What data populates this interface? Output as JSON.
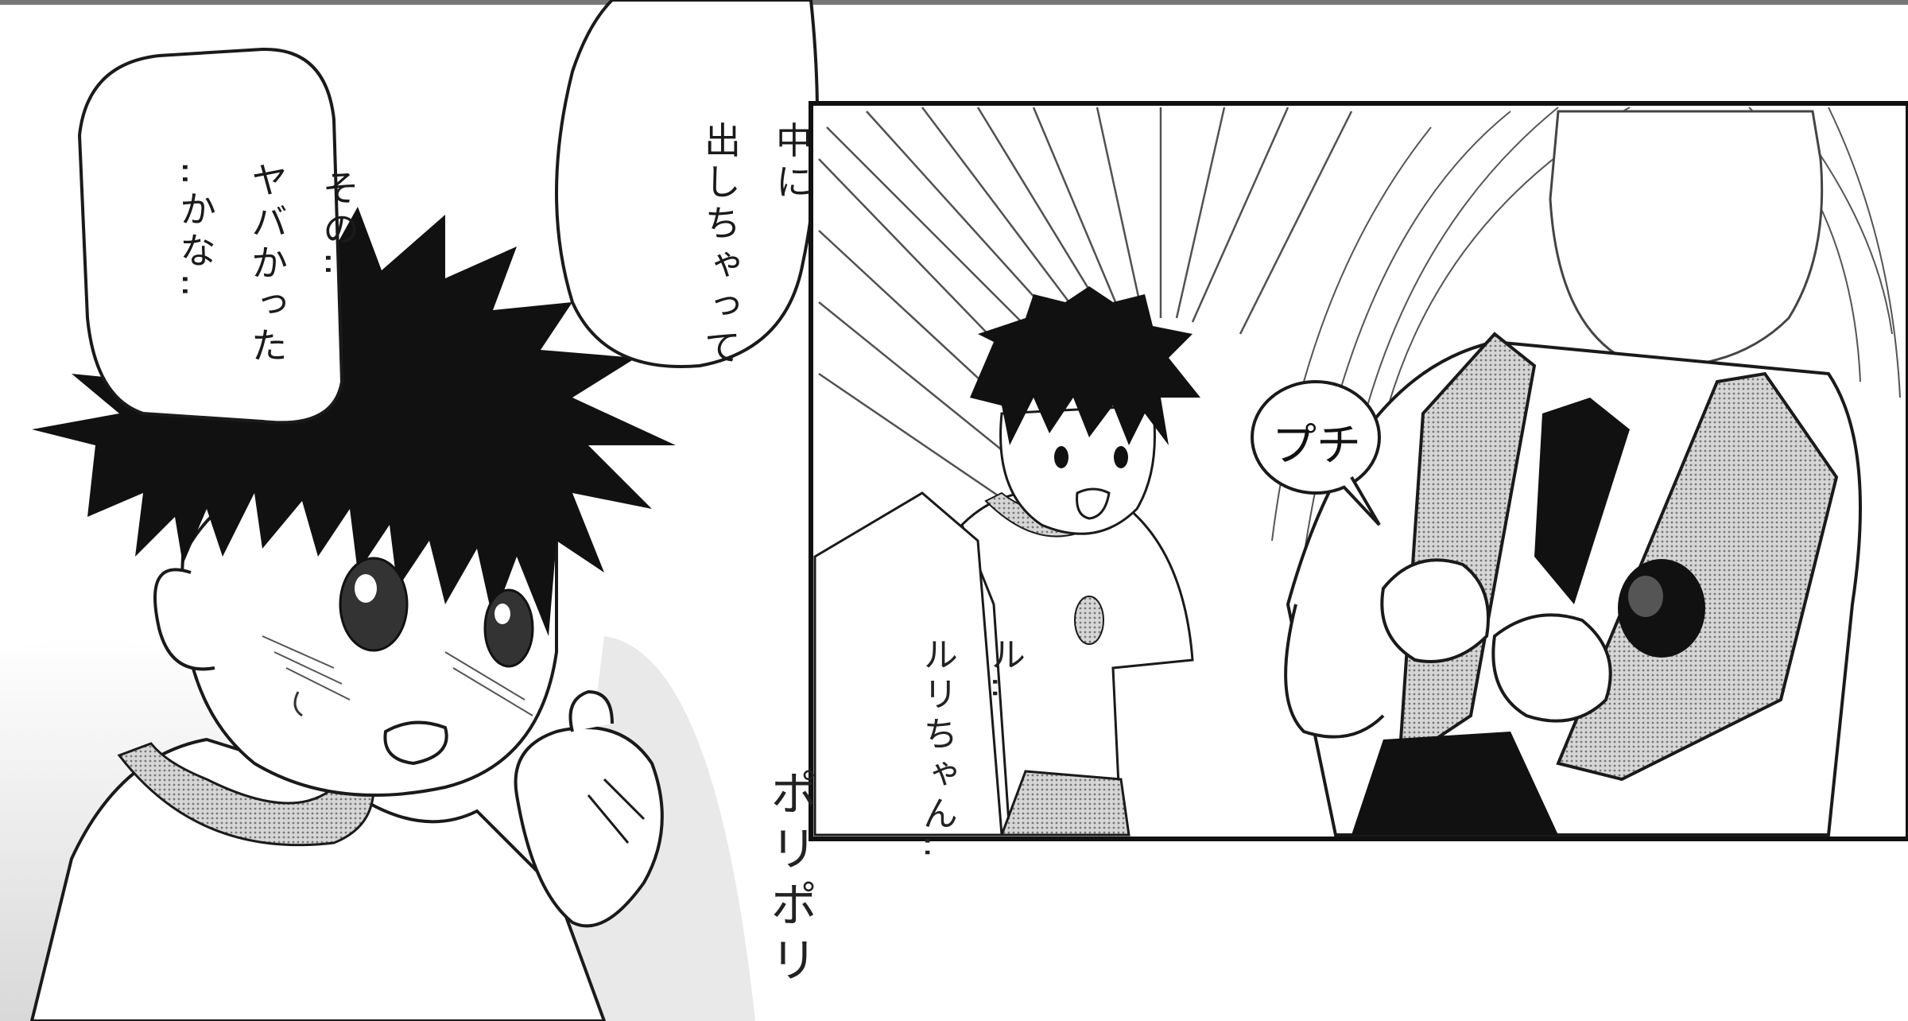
{
  "left_panel": {
    "bubble_1_lines": [
      "その‥",
      "ヤバかった",
      "‥かな‥"
    ],
    "bubble_2_lines": [
      "中に",
      "出しちゃって"
    ],
    "sfx_scratch": [
      "ポリ",
      "ポリ"
    ]
  },
  "right_panel": {
    "dialogue_lines": [
      "ル‥",
      "ルリちゃん‥"
    ],
    "sfx_petit": "プチ"
  },
  "colors": {
    "ink": "#1a1a1a",
    "screentone": "#9a9a9a",
    "paper": "#ffffff"
  }
}
